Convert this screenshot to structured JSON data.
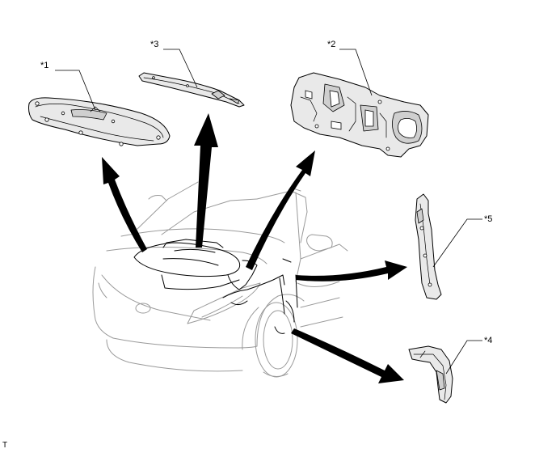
{
  "callouts": {
    "c1": "*1",
    "c2": "*2",
    "c3": "*3",
    "c4": "*4",
    "c5": "*5"
  },
  "footer": {
    "code": "T"
  }
}
